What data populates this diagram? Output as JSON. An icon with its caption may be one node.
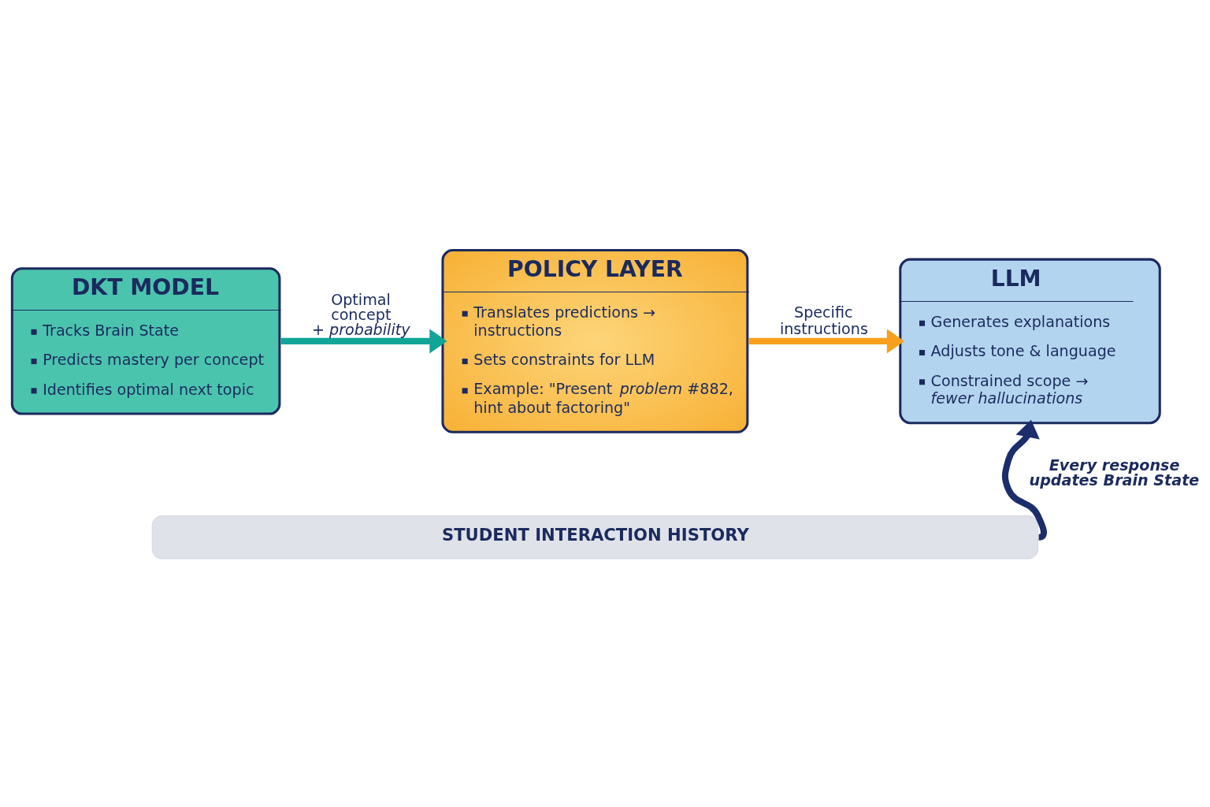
{
  "diagram": {
    "nodes": [
      {
        "text": [
          "DKT MODEL",
          "Tracks Brain State",
          "Predicts mastery per concept",
          "Identifies optimal next topic"
        ]
      },
      {
        "text": [
          "POLICY LAYER",
          "Translates predictions → instructions",
          "Sets constraints for LLM",
          "Example: \"Present *problem* #882, hint about factoring\""
        ]
      },
      {
        "text": [
          "LLM",
          "Generates explanations",
          "Adjusts tone & language",
          "Constrained scope → *fewer hallucinations*"
        ]
      },
      {
        "text": [
          "STUDENT INTERACTION HISTORY"
        ]
      }
    ],
    "edges": [
      {
        "from": 0,
        "to": 1,
        "arrow": "to",
        "label": "Optimal concept *+ probability*",
        "color": "#10a596"
      },
      {
        "from": 1,
        "to": 2,
        "arrow": "to",
        "label": "Specific instructions",
        "color": "#f6a01e"
      },
      {
        "from": 3,
        "to": 2,
        "arrow": "to",
        "label": "Every response updates Brain State",
        "color": "#1b2d6b"
      }
    ]
  }
}
